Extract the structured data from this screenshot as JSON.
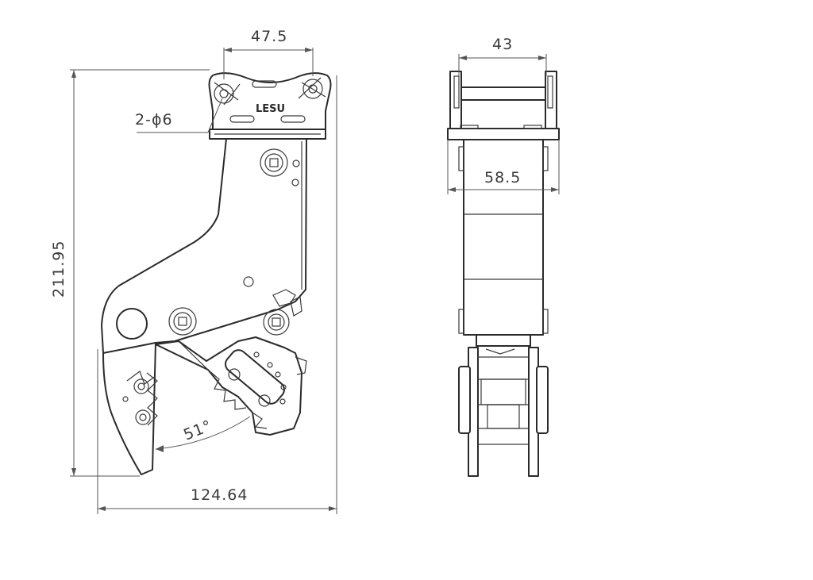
{
  "drawing": {
    "logo_text": "LESU",
    "side_view": {
      "dim_top_width": "47.5",
      "dim_height": "211.95",
      "dim_bottom_width": "124.64",
      "hole_callout": "2-ϕ6",
      "jaw_angle": "51°"
    },
    "front_view": {
      "dim_pin_width": "43",
      "dim_plate_width": "58.5"
    }
  }
}
